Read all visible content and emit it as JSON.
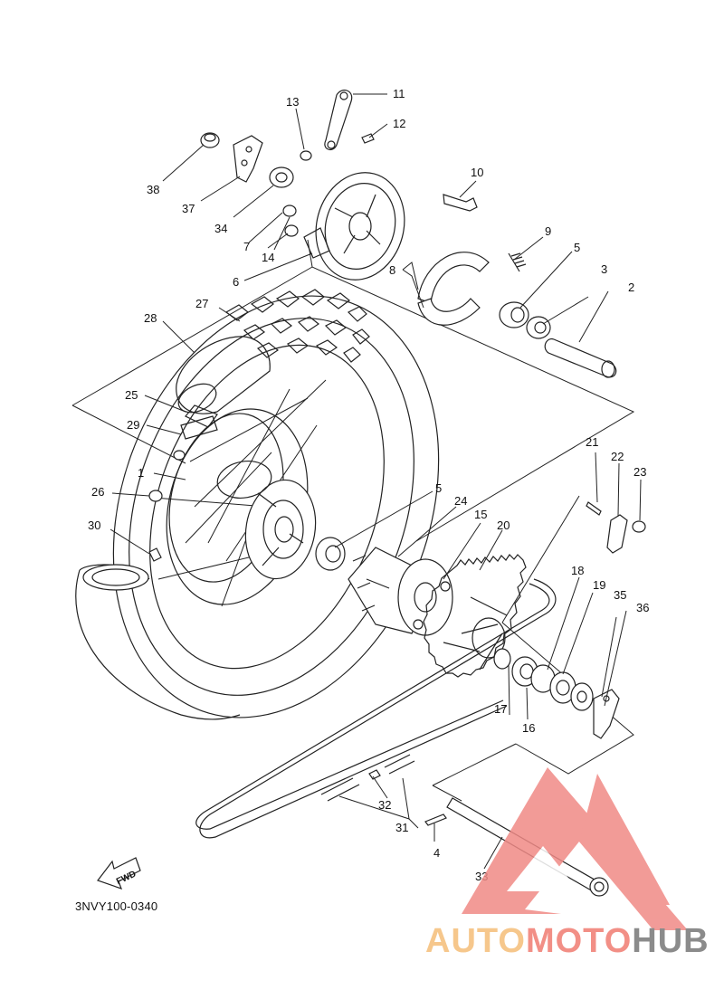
{
  "diagram": {
    "code": "3NVY100-0340",
    "fwd_label": "FWD",
    "part_numbers": [
      "1",
      "2",
      "3",
      "4",
      "5",
      "5",
      "6",
      "7",
      "8",
      "9",
      "10",
      "11",
      "12",
      "13",
      "14",
      "15",
      "16",
      "17",
      "18",
      "19",
      "20",
      "21",
      "22",
      "23",
      "24",
      "25",
      "26",
      "27",
      "28",
      "29",
      "30",
      "31",
      "32",
      "33",
      "34",
      "35",
      "36",
      "37",
      "38"
    ]
  },
  "watermark": {
    "part_a": "AUTO",
    "part_b": "MOTO",
    "part_c": "HUB",
    "color_a": "#f6c78c",
    "color_b": "#f28f86",
    "color_c": "#8b8b8b",
    "logo_color": "#f08a86"
  }
}
